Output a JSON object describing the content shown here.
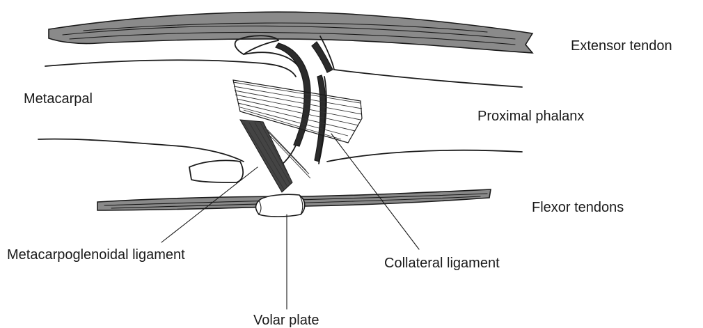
{
  "labels": {
    "extensor_tendon": "Extensor tendon",
    "metacarpal": "Metacarpal",
    "proximal_phalanx": "Proximal phalanx",
    "flexor_tendons": "Flexor tendons",
    "metacarpoglenoidal_ligament": "Metacarpoglenoidal ligament",
    "collateral_ligament": "Collateral ligament",
    "volar_plate": "Volar plate"
  }
}
